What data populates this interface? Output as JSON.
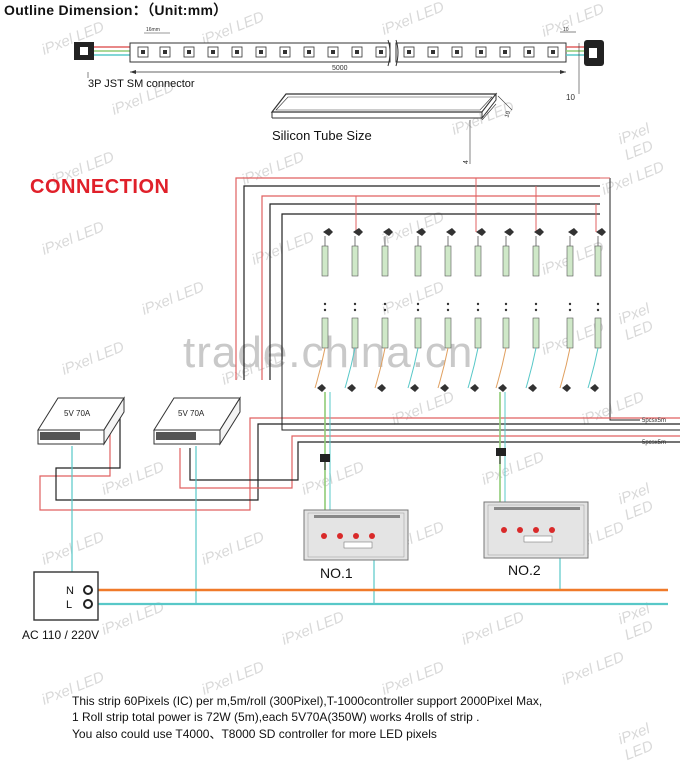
{
  "title": "Outline Dimension：（Unit:mm）",
  "connector_label": "3P JST SM  connector",
  "tube_label": "Silicon Tube Size",
  "connection_heading": "CONNECTION",
  "dims": {
    "length": "5000",
    "spacing": "16mm",
    "end_width": "10",
    "end_top": "10",
    "tube_w": "10",
    "tube_h": "4"
  },
  "psu_label": "5V  70A",
  "strip_label": "5pcsx5m",
  "ac_label": "AC 110 / 220V",
  "nl": {
    "n": "N",
    "l": "L"
  },
  "controllers": {
    "c1": "NO.1",
    "c2": "NO.2"
  },
  "watermark": "iPxel LED",
  "trade_watermark": "trade.china.cn",
  "notes": [
    "This strip 60Pixels (IC) per m,5m/roll (300Pixel),T-1000controller support 2000Pixel Max,",
    "1 Roll strip total power is 72W (5m),each 5V70A(350W) works 4rolls of strip .",
    "You  also could use  T4000、T8000 SD controller for more LED pixels"
  ],
  "colors": {
    "heading": "#e0202a",
    "wire_red": "#e06060",
    "wire_green": "#8fcc77",
    "wire_cyan": "#58c8c8",
    "ac_line": "#f07a2a",
    "ctrl_btn": "#d92a2a"
  }
}
